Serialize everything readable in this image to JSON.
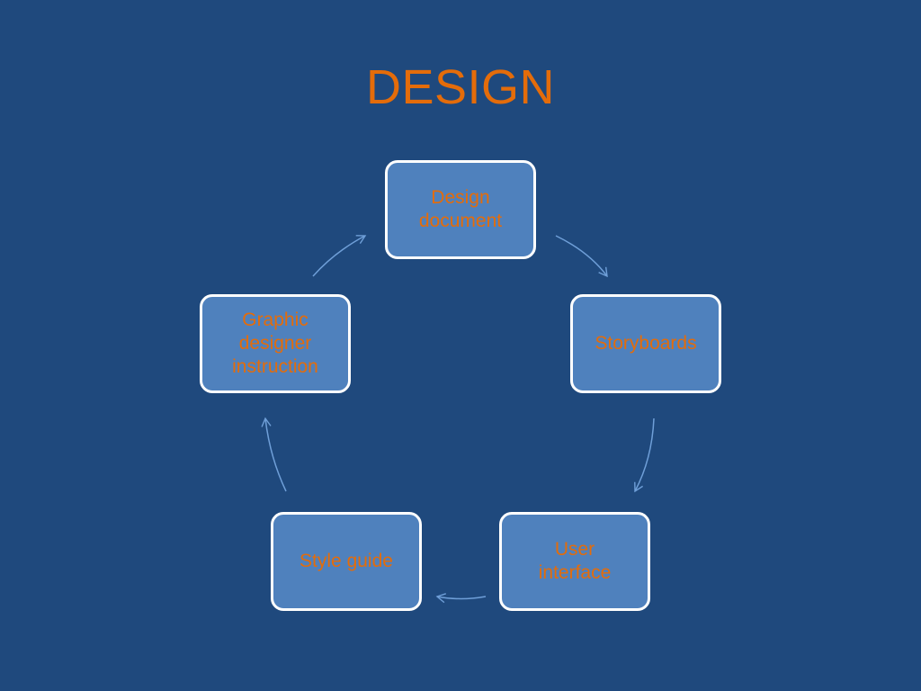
{
  "slide": {
    "title": "DESIGN"
  },
  "colors": {
    "background": "#1f497d",
    "title_text": "#e46c0a",
    "node_fill": "#4f81bd",
    "node_border": "#ffffff",
    "node_text": "#e46c0a",
    "connector": "#6f9fd8"
  },
  "cycle": {
    "nodes": [
      {
        "label": "Design\ndocument"
      },
      {
        "label": "Storyboards"
      },
      {
        "label": "User\ninterface"
      },
      {
        "label": "Style  guide"
      },
      {
        "label": "Graphic\ndesigner\ninstruction"
      }
    ]
  }
}
